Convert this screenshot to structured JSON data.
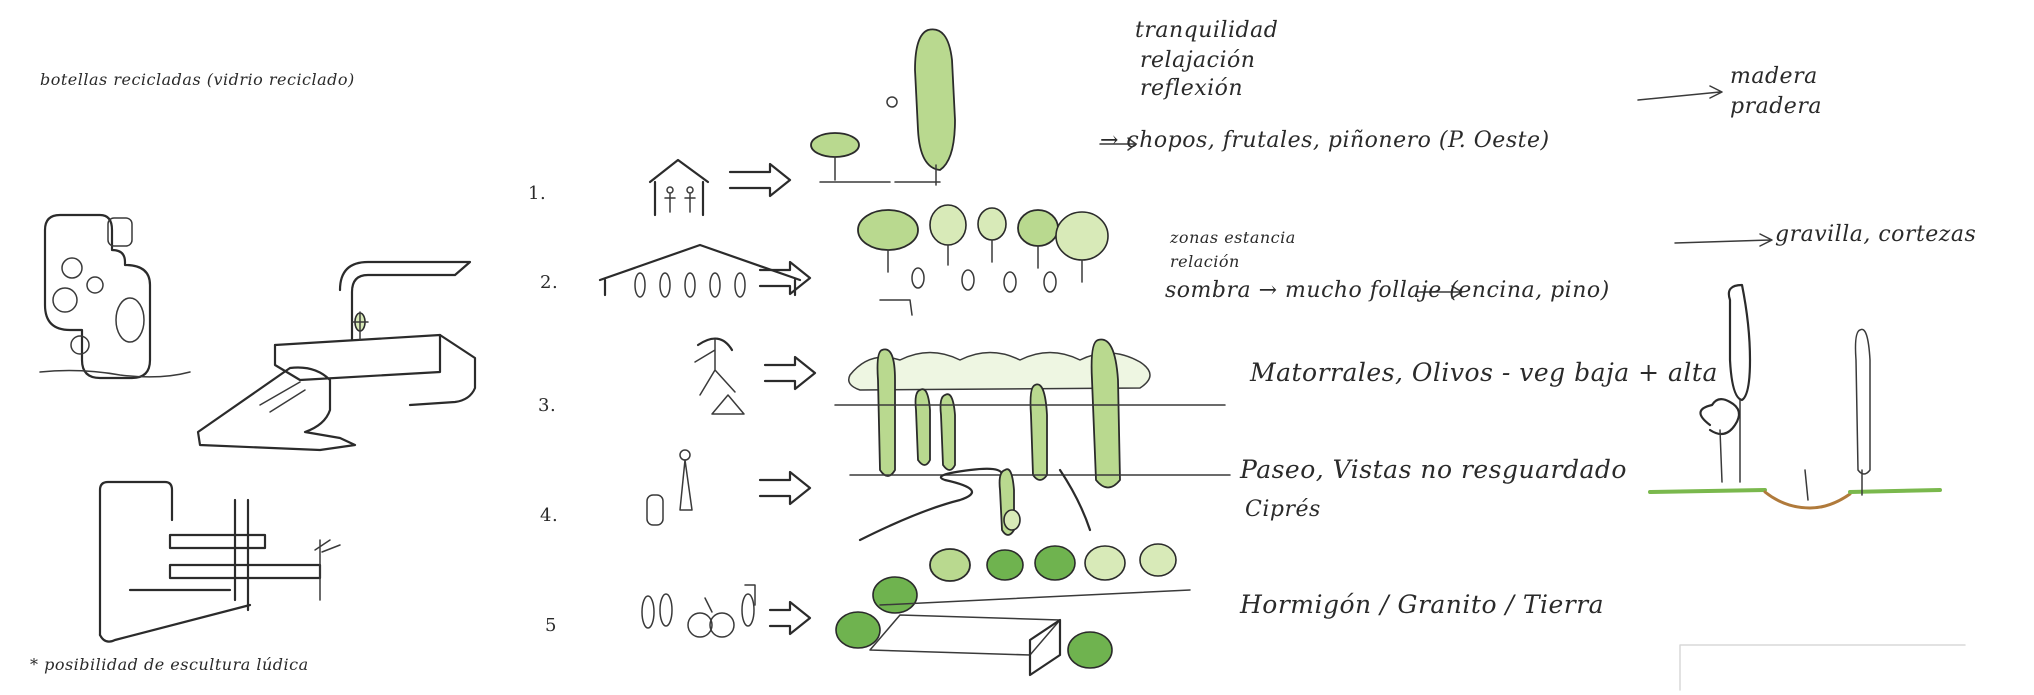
{
  "notes": {
    "top_left": "botellas recicladas (vidrio reciclado)",
    "bottom_left": "* posibilidad de escultura lúdica"
  },
  "rows": [
    {
      "number": "1.",
      "notes": [
        "tranquilidad",
        "relajación",
        "reflexión",
        "→ chopos, frutales, piñonero (P. Oeste)"
      ],
      "arrow_to": "madera\npradera"
    },
    {
      "number": "2.",
      "notes": [
        "zonas estancia",
        "relación",
        "sombra → mucho follaje (encina, pino)"
      ],
      "arrow_to": "gravilla, cortezas"
    },
    {
      "number": "3.",
      "notes": [
        "Matorrales, Olivos - veg baja + alta"
      ]
    },
    {
      "number": "4.",
      "notes": [
        "Paseo, Vistas no resguardado",
        "Ciprés"
      ]
    },
    {
      "number": "5",
      "notes": [
        "Hormigón / Granito / Tierra"
      ]
    }
  ],
  "colors": {
    "ink": "#2b2b2b",
    "foliage": "#b9d98f",
    "foliage_dark": "#6fb34f",
    "ground": "#7ab84d"
  }
}
